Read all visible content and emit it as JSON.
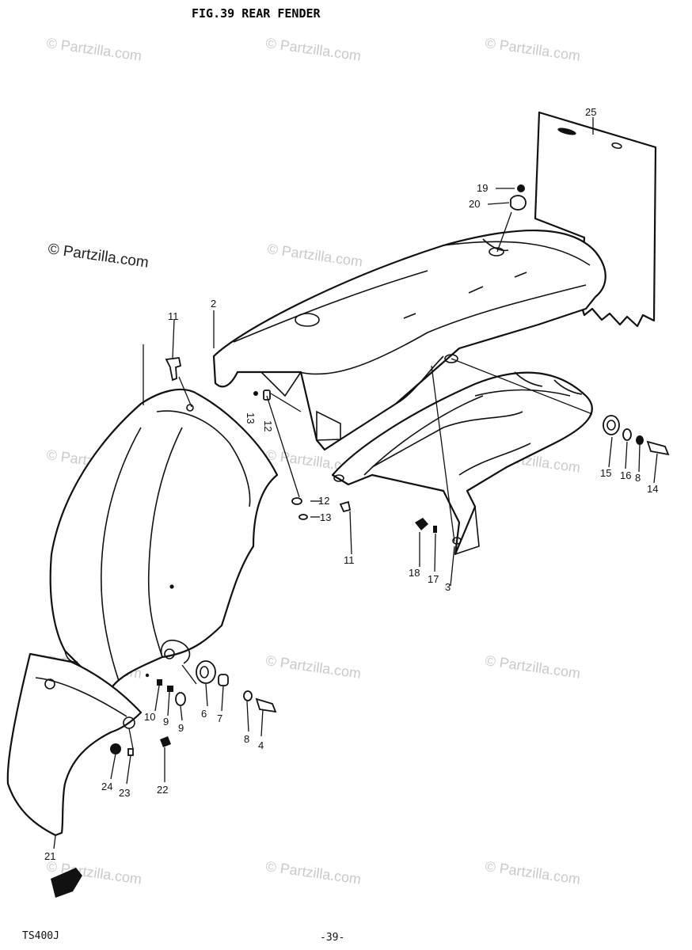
{
  "title": "FIG.39  REAR FENDER",
  "model": "TS400J",
  "page_number": "-39-",
  "watermark": "© Partzilla.com",
  "part_labels": {
    "p2": "2",
    "p3": "3",
    "p4": "4",
    "p6": "6",
    "p7": "7",
    "p8a": "8",
    "p8b": "8",
    "p9a": "9",
    "p9b": "9",
    "p10": "10",
    "p11a": "11",
    "p11b": "11",
    "p12a": "12",
    "p12b": "12",
    "p13a": "13",
    "p13b": "13",
    "p14": "14",
    "p15": "15",
    "p16": "16",
    "p17": "17",
    "p18": "18",
    "p19": "19",
    "p20": "20",
    "p21": "21",
    "p22": "22",
    "p23": "23",
    "p24": "24",
    "p25": "25"
  },
  "colors": {
    "ink": "#111111",
    "paper": "#ffffff",
    "watermark": "#c9c9c9"
  }
}
